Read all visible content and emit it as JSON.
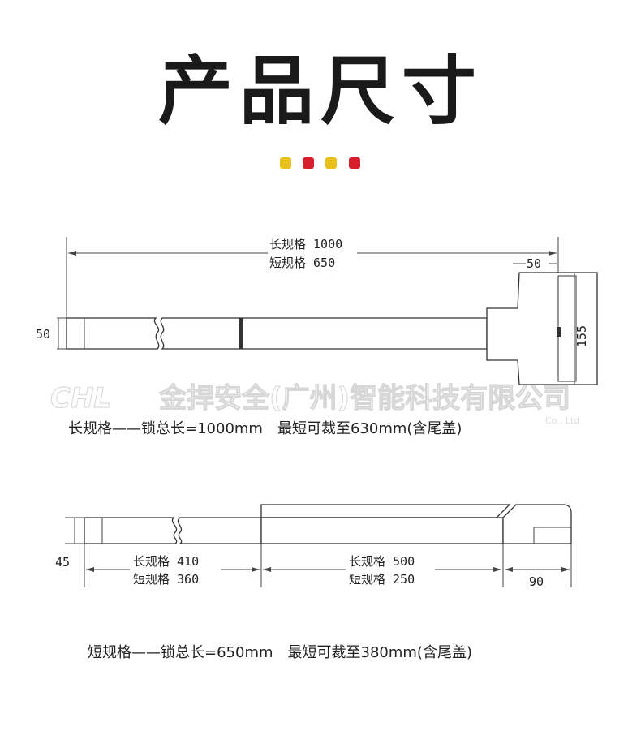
{
  "header": {
    "title": "产品尺寸",
    "dot_colors": [
      "#e8c21a",
      "#d81e2c",
      "#e8c21a",
      "#d81e2c"
    ]
  },
  "watermark": {
    "logo": "CHL",
    "company_cn": "金捍安全(广州)智能科技有限公司",
    "company_en": "Co., Ltd"
  },
  "diagram_long": {
    "total_long": "长规格 1000",
    "total_short": "短规格 650",
    "end_width": "50",
    "height": "50",
    "cap_height": "155",
    "caption": "长规格——锁总长=1000mm　最短可裁至630mm(含尾盖)"
  },
  "diagram_short": {
    "height": "45",
    "left_long": "长规格 410",
    "left_short": "短规格 360",
    "mid_long": "长规格 500",
    "mid_short": "短规格 250",
    "end_width": "90",
    "caption": "短规格——锁总长=650mm　最短可裁至380mm(含尾盖)"
  }
}
